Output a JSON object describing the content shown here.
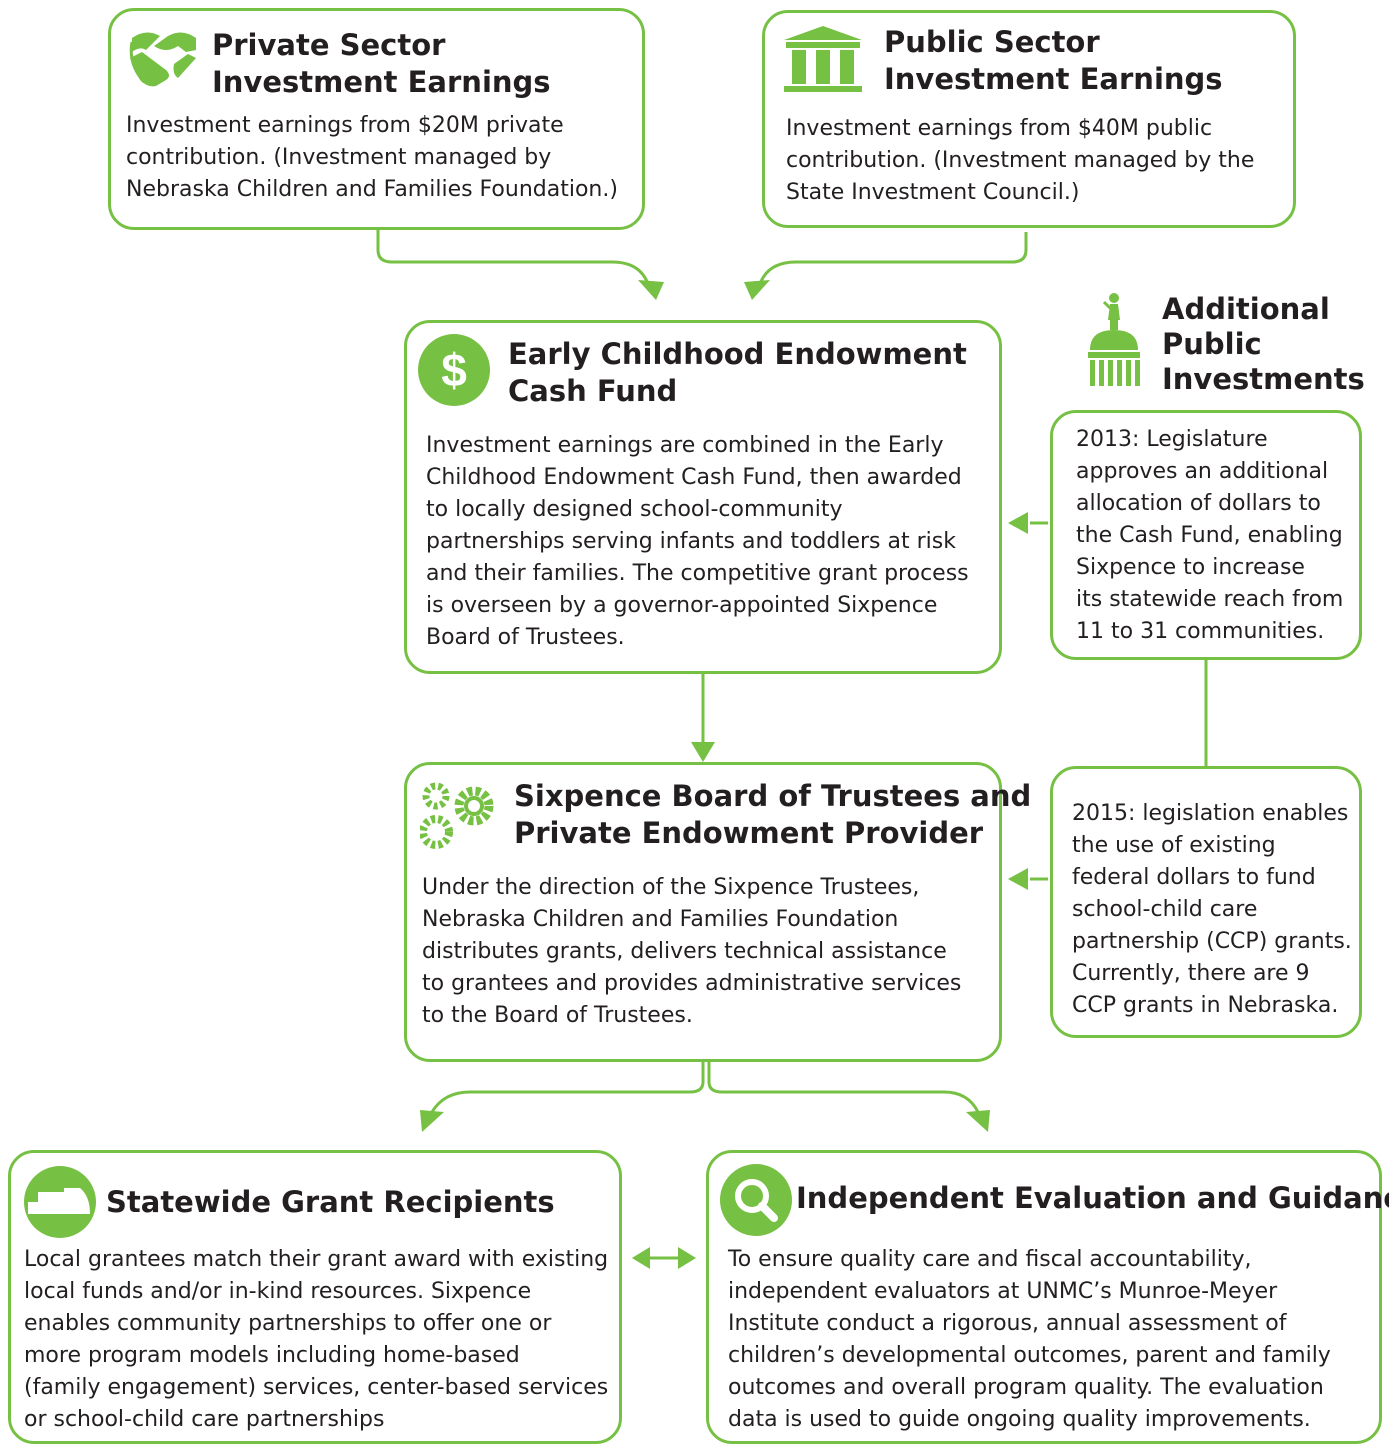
{
  "colors": {
    "accent": "#76c043",
    "text": "#231f20"
  },
  "private_sector": {
    "title": [
      "Private Sector",
      "Investment Earnings"
    ],
    "body": [
      "Investment earnings from $20M private",
      "contribution. (Investment managed by",
      "Nebraska Children and Families Foundation.)"
    ],
    "icon": "handshake-icon"
  },
  "public_sector": {
    "title": [
      "Public Sector",
      "Investment Earnings"
    ],
    "body": [
      "Investment earnings from $40M public",
      "contribution. (Investment managed by the",
      "State Investment Council.)"
    ],
    "icon": "columns-building-icon"
  },
  "cash_fund": {
    "title": [
      "Early Childhood Endowment",
      "Cash Fund"
    ],
    "icon_symbol": "$",
    "body": [
      "Investment earnings are combined in the Early",
      "Childhood Endowment Cash Fund, then awarded",
      "to locally designed school-community",
      "partnerships serving infants and toddlers at risk",
      "and their families. The competitive grant process",
      "is overseen by a governor-appointed Sixpence",
      "Board of Trustees."
    ]
  },
  "additional": {
    "title": [
      "Additional",
      "Public",
      "Investments"
    ],
    "icon": "capitol-dome-icon"
  },
  "note_2013": {
    "body": [
      "2013: Legislature",
      "approves an additional",
      "allocation of dollars to",
      "the Cash Fund, enabling",
      "Sixpence to increase",
      "its statewide reach from",
      "11 to 31 communities."
    ]
  },
  "board": {
    "title": [
      "Sixpence Board of Trustees and",
      "Private Endowment Provider"
    ],
    "icon": "gears-icon",
    "body": [
      "Under the direction of the Sixpence Trustees,",
      "Nebraska Children and Families Foundation",
      "distributes grants, delivers technical assistance",
      "to grantees and provides administrative services",
      "to the Board of Trustees."
    ]
  },
  "note_2015": {
    "body": [
      "2015: legislation enables",
      "the use of existing",
      "federal dollars to fund",
      "school-child care",
      "partnership (CCP) grants.",
      "Currently, there are 9",
      "CCP grants in Nebraska."
    ]
  },
  "grant_recipients": {
    "title": [
      "Statewide Grant Recipients"
    ],
    "icon": "nebraska-map-icon",
    "body": [
      "Local grantees match their grant award with existing",
      "local funds and/or in-kind resources. Sixpence",
      "enables community partnerships to offer one or",
      "more program models including home-based",
      "(family engagement) services, center-based services",
      "or school-child care partnerships"
    ]
  },
  "evaluation": {
    "title": [
      "Independent Evaluation and Guidance"
    ],
    "icon": "magnifier-icon",
    "body": [
      "To ensure quality care and fiscal accountability,",
      "independent evaluators at UNMC’s Munroe-Meyer",
      "Institute conduct a rigorous, annual assessment of",
      "children’s developmental outcomes, parent and family",
      "outcomes and overall program quality.  The evaluation",
      "data is used to guide ongoing quality improvements."
    ]
  }
}
